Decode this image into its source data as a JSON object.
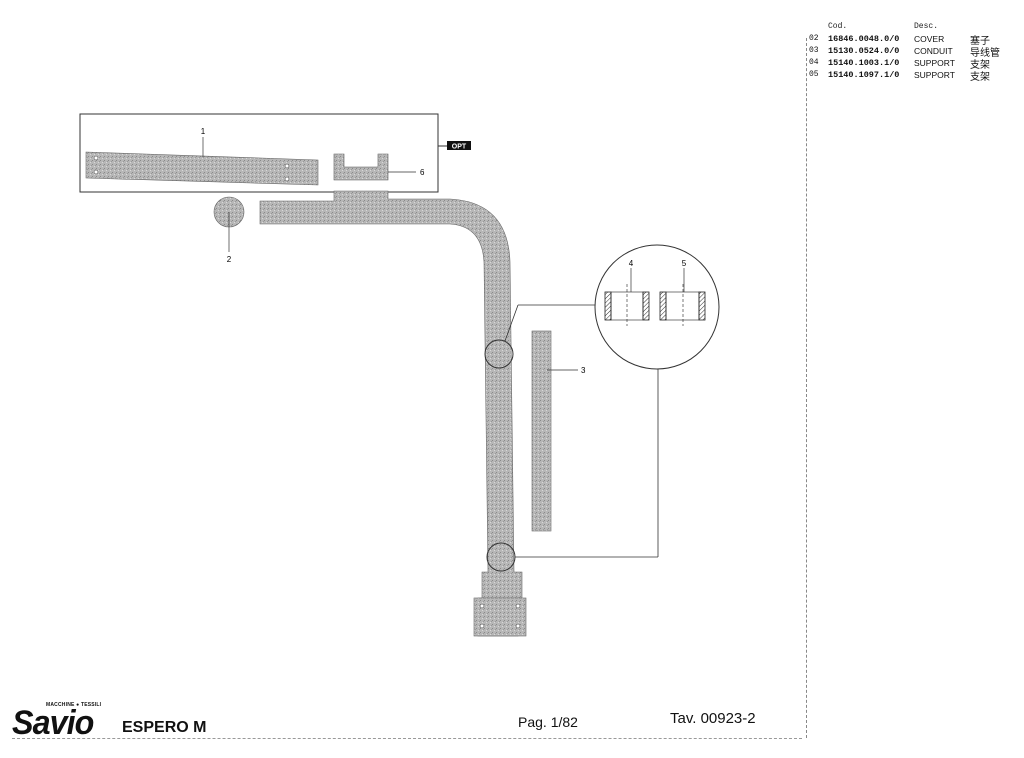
{
  "parts_table": {
    "header_code": "Cod.",
    "header_desc": "Desc.",
    "rows": [
      {
        "num": "02",
        "code": "16846.0048.0/0",
        "desc": "COVER",
        "cn": "塞子"
      },
      {
        "num": "03",
        "code": "15130.0524.0/0",
        "desc": "CONDUIT",
        "cn": "导线管"
      },
      {
        "num": "04",
        "code": "15140.1003.1/0",
        "desc": "SUPPORT",
        "cn": "支架"
      },
      {
        "num": "05",
        "code": "15140.1097.1/0",
        "desc": "SUPPORT",
        "cn": "支架"
      }
    ]
  },
  "drawing": {
    "opt_label": "OPT",
    "callouts": {
      "c1": "1",
      "c2": "2",
      "c3": "3",
      "c4": "4",
      "c5": "5",
      "c6": "6"
    }
  },
  "footer": {
    "brand_tagline": "MACCHINE ● TESSILI",
    "brand_name": "Savio",
    "model": "ESPERO M",
    "page": "Pag. 1/82",
    "tav": "Tav. 00923-2"
  }
}
